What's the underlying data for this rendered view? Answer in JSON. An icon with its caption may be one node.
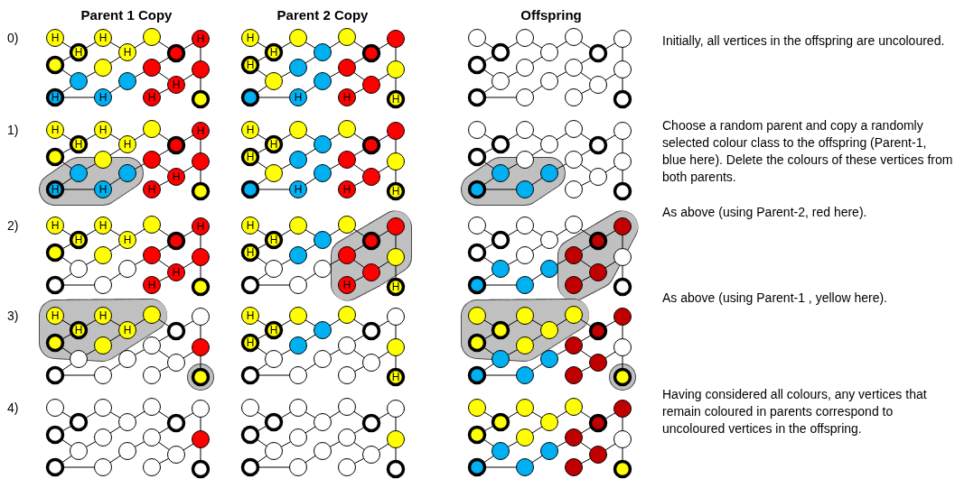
{
  "diagram": {
    "labels": [
      "Parent 1 Copy",
      "Parent 2 Copy",
      "Offspring",
      "0)",
      "H",
      "H",
      "H",
      "H",
      "H",
      "H",
      "H",
      "H",
      "H",
      "H",
      "H",
      "H",
      "H",
      "H",
      "H",
      "Initially, all vertices in the offspring are uncoloured.",
      "1)",
      "H",
      "H",
      "H",
      "H",
      "H",
      "H",
      "H",
      "H",
      "H",
      "H",
      "H",
      "H",
      "H",
      "H",
      "H",
      "Choose a random parent and copy a randomly selected colour class to the offspring (Parent-1, blue here). Delete the colours of these vertices from both parents.",
      "2)",
      "H",
      "H",
      "H",
      "H",
      "H",
      "H",
      "H",
      "H",
      "H",
      "H",
      "H",
      "H",
      "As above (using Parent-2, red here).",
      "3)",
      "H",
      "H",
      "H",
      "H",
      "H",
      "H",
      "H",
      "H",
      "As above (using Parent-1 , yellow here).",
      "4)",
      "Having considered all colours, any vertices that remain coloured in parents correspond to uncoloured vertices in the offspring."
    ]
  }
}
